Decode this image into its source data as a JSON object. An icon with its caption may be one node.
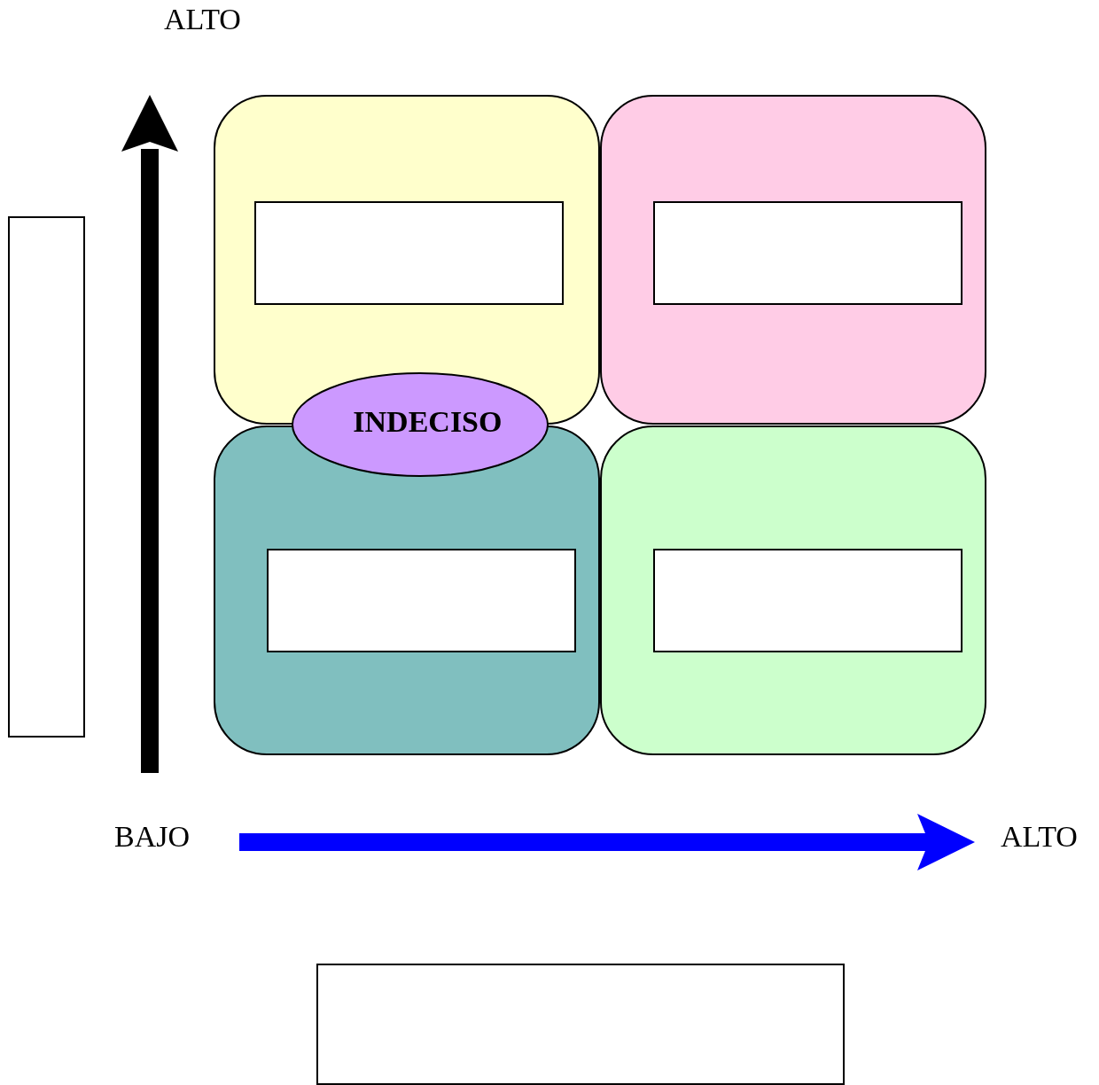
{
  "diagram": {
    "nodes": [
      {
        "text": [],
        "shape": "box"
      },
      {
        "text": [],
        "shape": "box"
      },
      {
        "text": [],
        "shape": "box",
        "in": 1
      },
      {
        "text": [],
        "shape": "box"
      },
      {
        "text": [],
        "shape": "box",
        "in": 3
      },
      {
        "text": [
          "INDECISO"
        ]
      },
      {
        "text": [],
        "shape": "box"
      },
      {
        "text": [],
        "shape": "box",
        "in": 6
      },
      {
        "text": [],
        "shape": "box"
      },
      {
        "text": [],
        "shape": "box",
        "in": 8
      },
      {
        "text": [],
        "shape": "box"
      }
    ],
    "labels": [
      "ALTO",
      "BAJO",
      "ALTO"
    ]
  }
}
